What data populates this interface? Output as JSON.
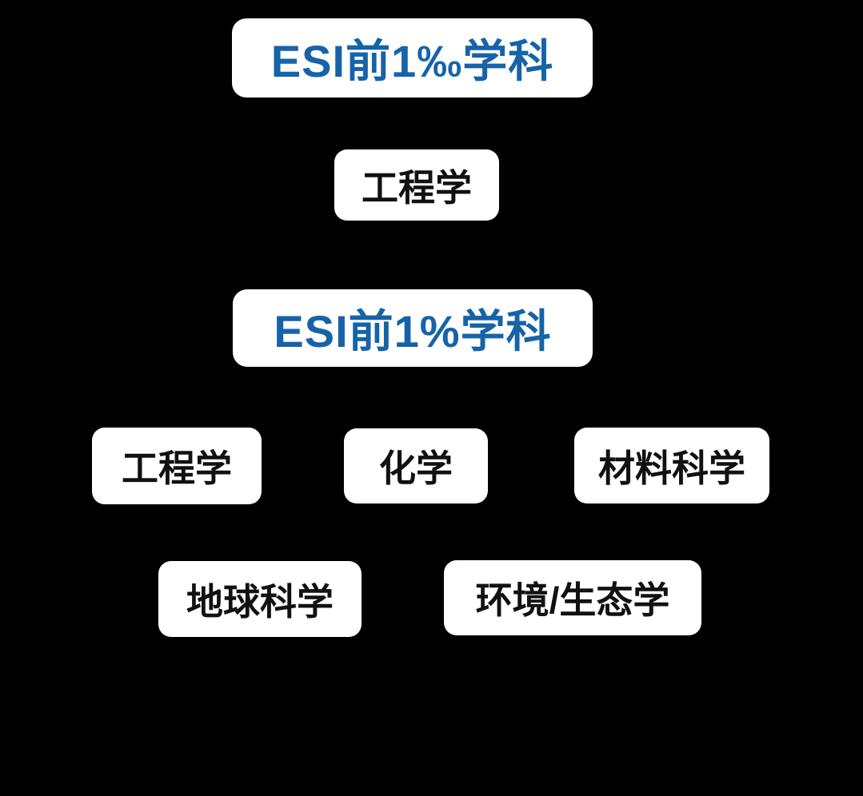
{
  "diagram": {
    "title": "ESI disciplines diagram",
    "colors": {
      "background": "#000000",
      "box_background": "#ffffff",
      "header_text": "#1663A8",
      "item_text": "#111111"
    },
    "sections": [
      {
        "id": "esi-top-permille",
        "header": {
          "label": "ESI前1‰学科"
        },
        "items": [
          {
            "label": "工程学"
          }
        ]
      },
      {
        "id": "esi-top-percent",
        "header": {
          "label": "ESI前1%学科"
        },
        "items": [
          {
            "label": "工程学"
          },
          {
            "label": "化学"
          },
          {
            "label": "材料科学"
          },
          {
            "label": "地球科学"
          },
          {
            "label": "环境/生态学"
          }
        ]
      }
    ]
  }
}
